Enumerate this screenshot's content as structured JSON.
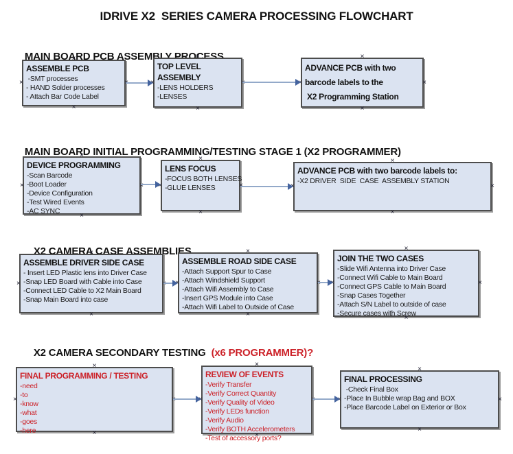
{
  "title": "IDRIVE X2  SERIES CAMERA PROCESSING FLOWCHART",
  "icons": {
    "connection_point": "×",
    "arrow_head": "right-arrow-triangle"
  },
  "colors": {
    "box_fill": "#dbe3f1",
    "box_border": "#4c4c4c",
    "red_text": "#cc2128",
    "black_text": "#111111",
    "arrow_line": "#93a9c9",
    "arrow_head": "#44639e"
  },
  "sections": [
    {
      "heading": "MAIN BOARD PCB ASSEMBLY PROCESS",
      "heading_red": "",
      "boxes": [
        {
          "title": "ASSEMBLE PCB",
          "items": [
            " -SMT processes",
            "- HAND Solder processes",
            "- Attach Bar Code Label"
          ]
        },
        {
          "title": "TOP LEVEL ASSEMBLY",
          "items": [
            "-LENS HOLDERS",
            "-LENSES"
          ]
        },
        {
          "title": "ADVANCE PCB with two\nbarcode labels to the\n X2 Programming Station",
          "items": []
        }
      ]
    },
    {
      "heading": "MAIN BOARD INITIAL PROGRAMMING/TESTING STAGE 1 (X2 PROGRAMMER)",
      "heading_red": "",
      "boxes": [
        {
          "title": "DEVICE PROGRAMMING",
          "items": [
            "-Scan Barcode",
            "-Boot Loader",
            "-Device Configuration",
            "-Test Wired Events",
            "-AC SYNC"
          ]
        },
        {
          "title": "LENS FOCUS",
          "items": [
            "-FOCUS BOTH LENSES",
            "-GLUE LENSES"
          ]
        },
        {
          "title": "ADVANCE PCB with two barcode labels to:",
          "items": [
            "-X2 DRIVER  SIDE  CASE  ASSEMBLY STATION"
          ]
        }
      ]
    },
    {
      "heading": "X2 CAMERA CASE ASSEMBLIES",
      "heading_red": "",
      "boxes": [
        {
          "title": "ASSEMBLE DRIVER SIDE CASE",
          "items": [
            "- Insert LED Plastic lens into Driver Case",
            "-Snap LED Board with Cable into Case",
            "-Connect LED Cable to X2 Main Board",
            "-Snap Main Board into case"
          ]
        },
        {
          "title": "ASSEMBLE ROAD SIDE CASE",
          "items": [
            "-Attach Support Spur to Case",
            "-Attach Windshield Support",
            "-Attach Wifi Assembly to Case",
            "-Insert GPS Module into Case",
            "-Attach Wifi Label to Outside of Case"
          ]
        },
        {
          "title": "JOIN THE TWO CASES",
          "items": [
            "-Slide Wifi Antenna into Driver Case",
            "-Connect Wifi Cable to Main Board",
            "-Connect GPS Cable to Main Board",
            "-Snap Cases Together",
            "-Attach S/N Label to outside of case",
            "-Secure cases with Screw"
          ]
        }
      ]
    },
    {
      "heading": "X2 CAMERA SECONDARY TESTING  ",
      "heading_red": "(x6 PROGRAMMER)?",
      "boxes": [
        {
          "title": "FINAL PROGRAMMING / TESTING",
          "items": [
            "-need",
            "-to",
            "-know",
            "-what",
            "-goes",
            "-here"
          ]
        },
        {
          "title": "REVIEW OF EVENTS",
          "items": [
            "-Verify Transfer",
            "-Verify Correct Quantity",
            "-Verify Quality of Video",
            "-Verify LEDs function",
            "-Verify Audio",
            "-Verify BOTH Accelerometers",
            "-Test of accessory ports?"
          ]
        },
        {
          "title": "FINAL PROCESSING",
          "items": [
            " -Check Final Box",
            "-Place In Bubble wrap Bag and BOX",
            "-Place Barcode Label on Exterior or Box"
          ]
        }
      ]
    }
  ]
}
